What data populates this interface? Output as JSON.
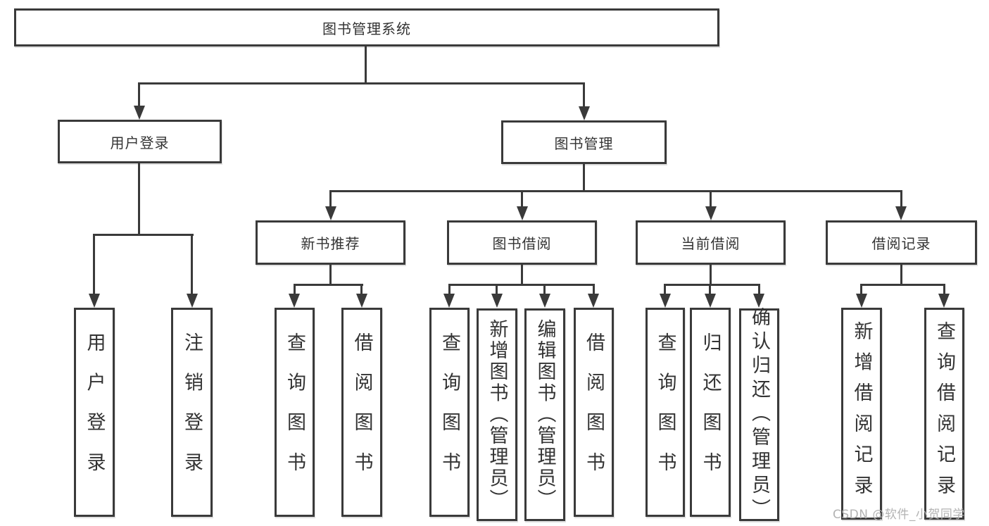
{
  "title": "图书管理系统",
  "watermark": "CSDN @软件_小贺同学",
  "colors": {
    "line": "#3a3a3a",
    "text": "#333333",
    "background": "#ffffff",
    "watermark": "#b3b3b3"
  },
  "diagram_type": "functional-structure-tree",
  "tree": {
    "root": {
      "label": "图书管理系统"
    },
    "branches": [
      {
        "label": "用户登录",
        "children": [
          {
            "label": "用户登录"
          },
          {
            "label": "注销登录"
          }
        ]
      },
      {
        "label": "图书管理",
        "children": [
          {
            "label": "新书推荐",
            "children": [
              {
                "label": "查询图书"
              },
              {
                "label": "借阅图书"
              }
            ]
          },
          {
            "label": "图书借阅",
            "children": [
              {
                "label": "查询图书"
              },
              {
                "label": "新增图书（管理员）"
              },
              {
                "label": "编辑图书（管理员）"
              },
              {
                "label": "借阅图书"
              }
            ]
          },
          {
            "label": "当前借阅",
            "children": [
              {
                "label": "查询图书"
              },
              {
                "label": "归还图书"
              },
              {
                "label": "确认归还（管理员）"
              }
            ]
          },
          {
            "label": "借阅记录",
            "children": [
              {
                "label": "新增借阅记录"
              },
              {
                "label": "查询借阅记录"
              }
            ]
          }
        ]
      }
    ]
  }
}
